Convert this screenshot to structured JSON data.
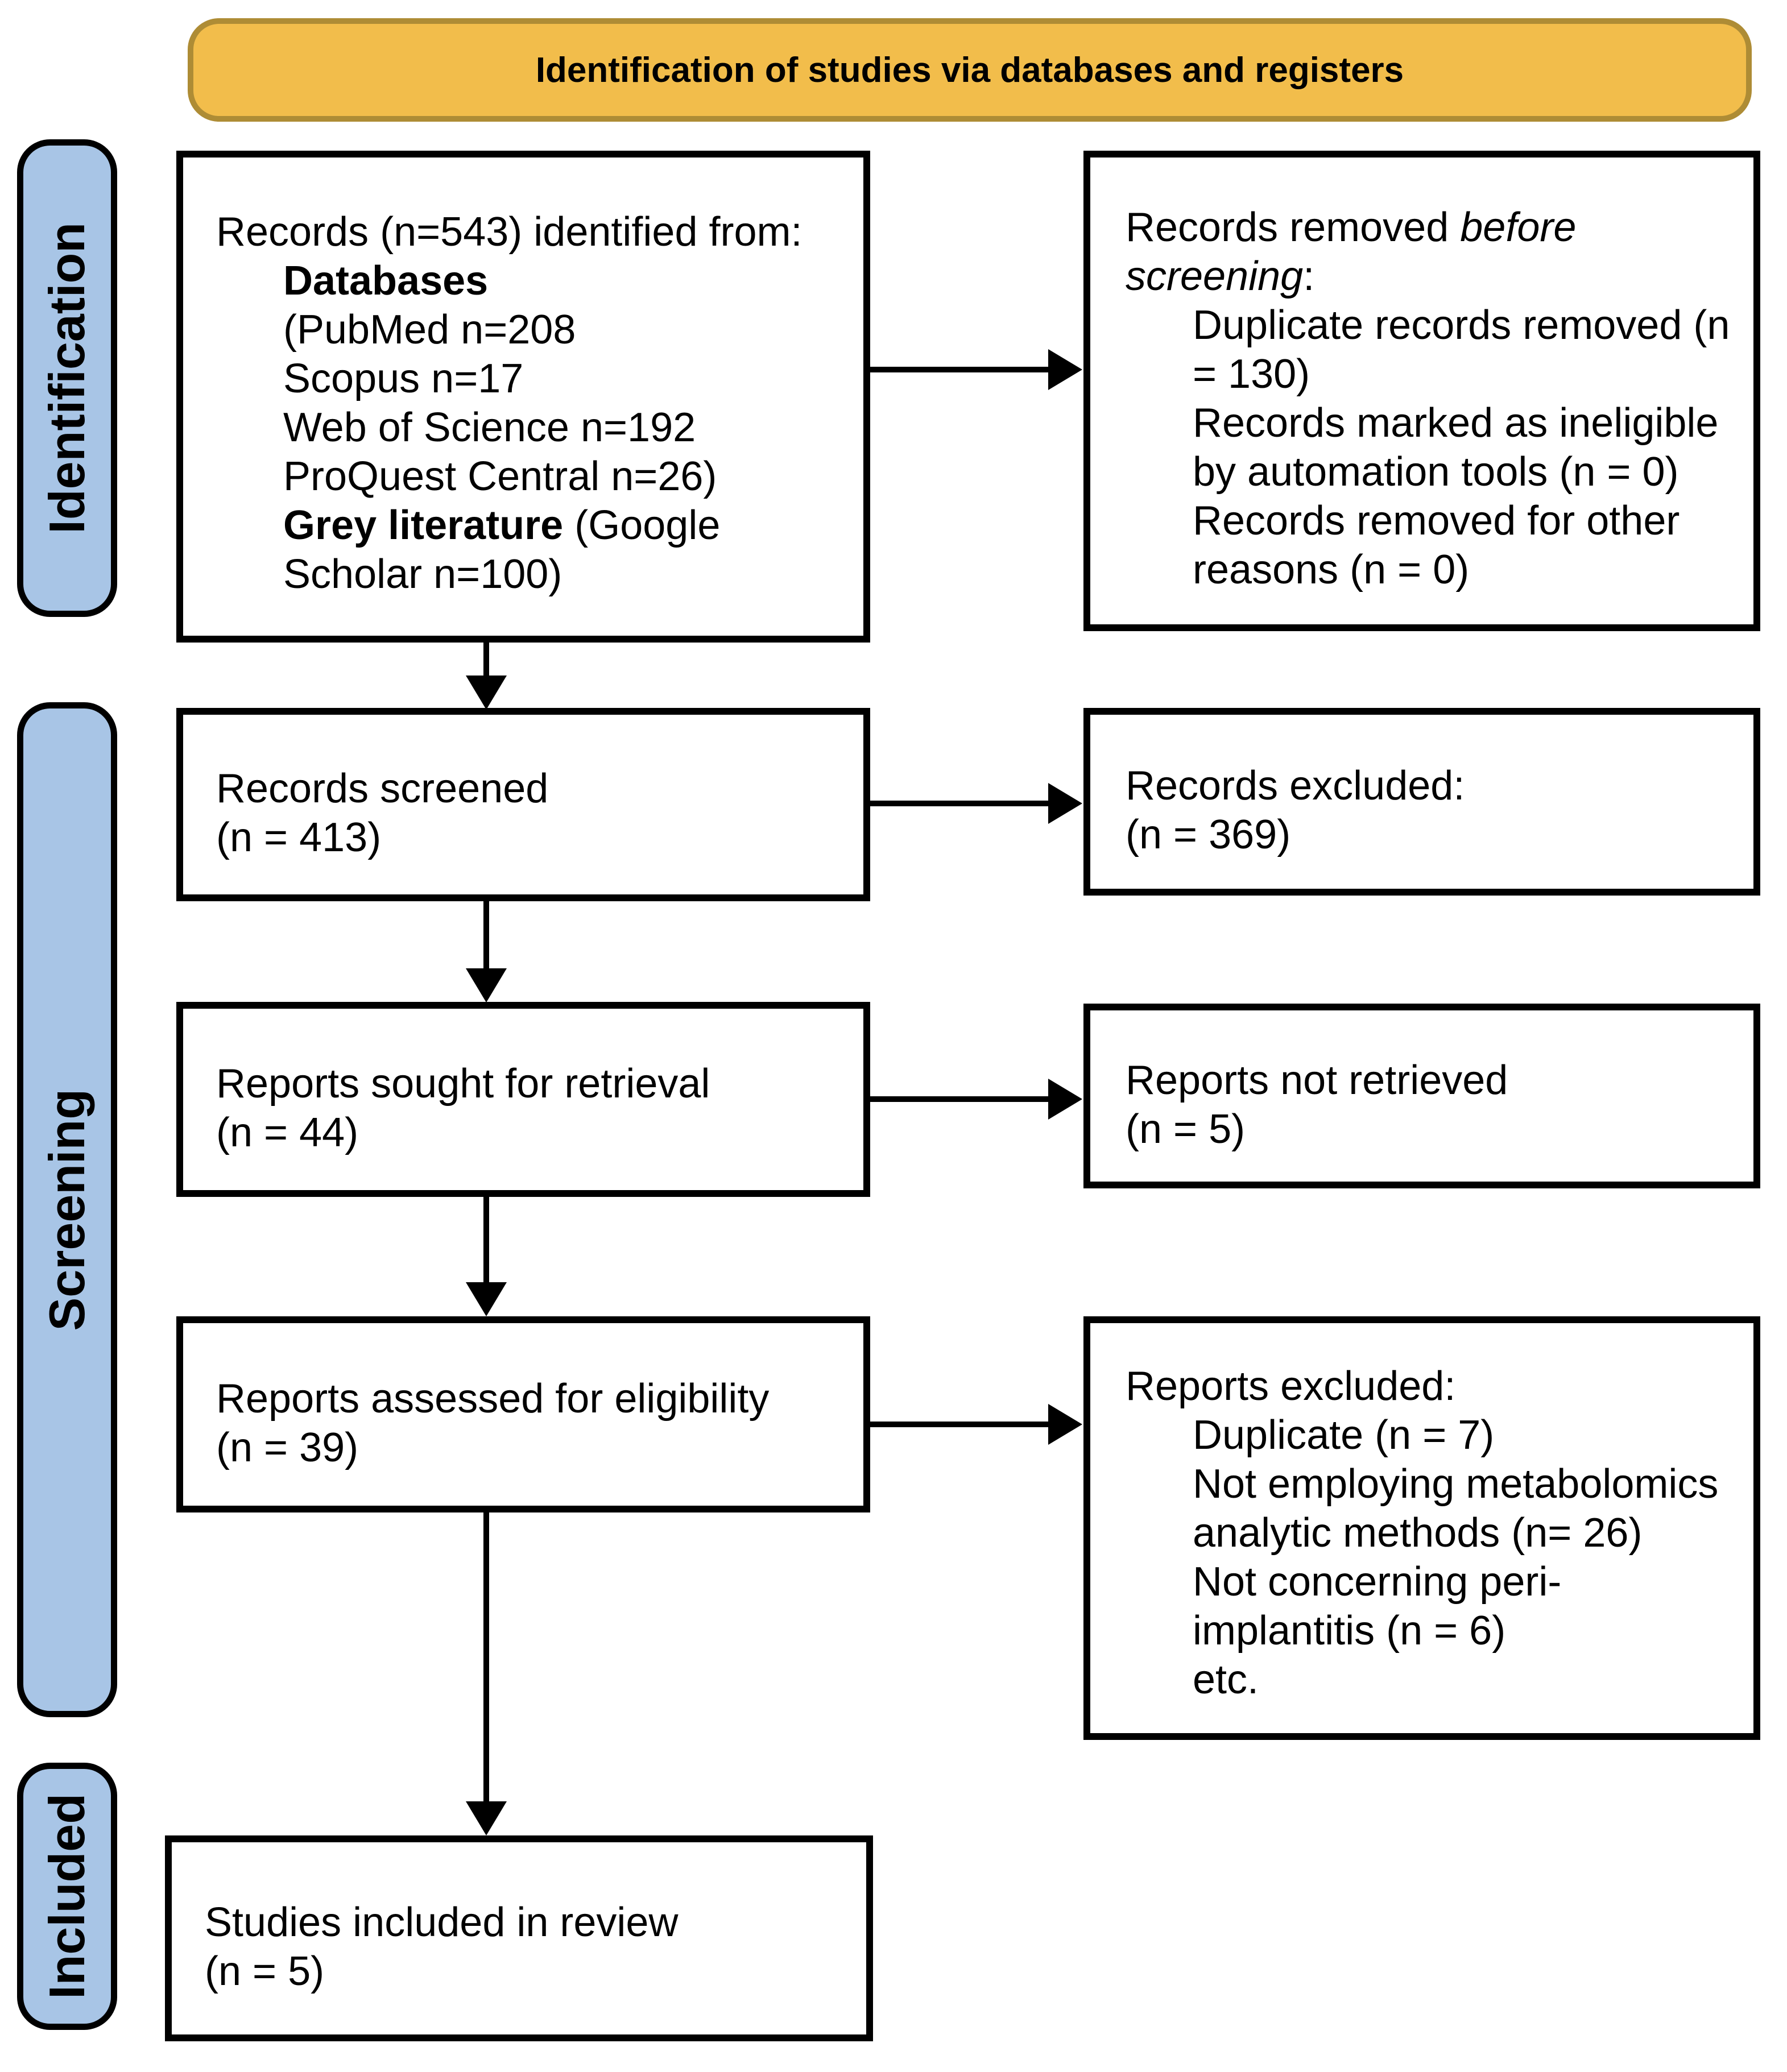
{
  "banner": {
    "label": "Identification of studies via databases and registers"
  },
  "sidebar": {
    "identification": "Identification",
    "screening": "Screening",
    "included": "Included"
  },
  "boxes": {
    "records_identified": {
      "title": "Records (n=543) identified from:",
      "databases_bold": "Databases",
      "item1": "(PubMed n=208",
      "item2": "Scopus n=17",
      "item3": "Web of Science n=192",
      "item4": "ProQuest Central n=26)",
      "grey_bold": "Grey literature",
      "grey_rest": " (Google",
      "grey_line2": "Scholar n=100)"
    },
    "records_removed": {
      "title_l1_normal": "Records removed ",
      "title_l1_italic": "before",
      "title_l2_italic": "screening",
      "title_l2_colon": ":",
      "item1_l1": "Duplicate records removed (n",
      "item1_l2": "= 130)",
      "item2_l1": "Records marked as ineligible",
      "item2_l2": "by automation tools (n = 0)",
      "item3_l1": "Records removed for other",
      "item3_l2": "reasons (n = 0)"
    },
    "records_screened": {
      "l1": "Records screened",
      "l2": "(n = 413)"
    },
    "records_excluded": {
      "l1": "Records excluded:",
      "l2": "(n = 369)"
    },
    "reports_sought": {
      "l1": "Reports sought for retrieval",
      "l2": "(n = 44)"
    },
    "reports_not_retrieved": {
      "l1": "Reports not retrieved",
      "l2": "(n = 5)"
    },
    "reports_assessed": {
      "l1": "Reports assessed for eligibility",
      "l2": "(n = 39)"
    },
    "reports_excluded": {
      "title": "Reports excluded:",
      "item1": "Duplicate (n = 7)",
      "item2_l1": "Not employing metabolomics",
      "item2_l2": "analytic methods (n= 26)",
      "item3_l1": "Not concerning peri-",
      "item3_l2": "implantitis (n = 6)",
      "item4": "etc."
    },
    "studies_included": {
      "l1": "Studies included in review",
      "l2": "(n = 5)"
    }
  },
  "colors": {
    "banner_fill": "#F2BD4B",
    "banner_border": "#AE8C35",
    "sidebar_fill": "#A8C5E6",
    "box_border": "#000000",
    "arrow": "#000000",
    "text": "#000000"
  }
}
